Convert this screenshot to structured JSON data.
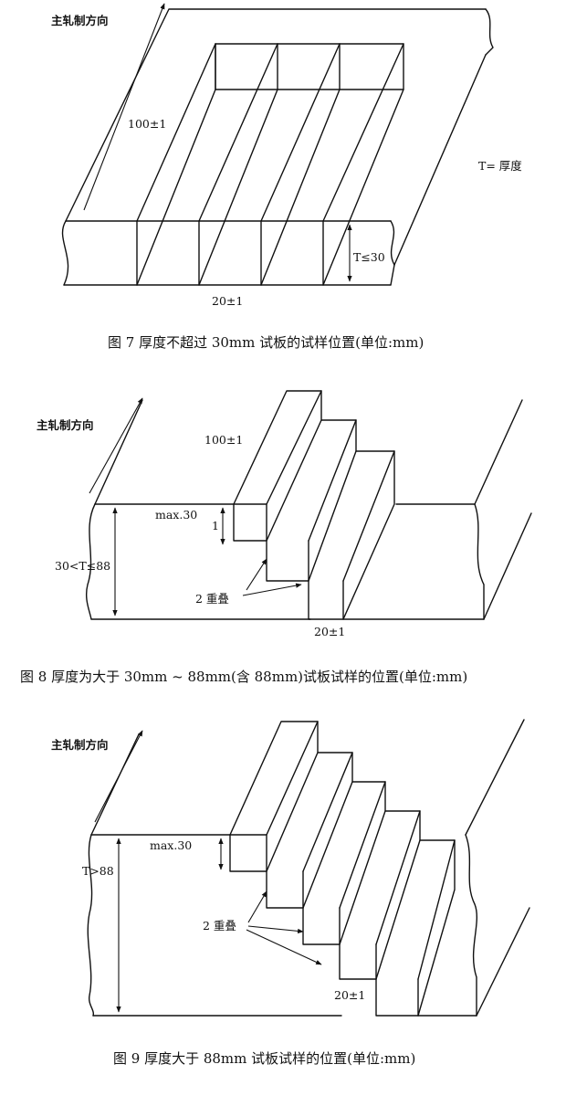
{
  "figure7": {
    "rolling_direction": "主轧制方向",
    "length_label": "100±1",
    "thickness_def": "T= 厚度",
    "thickness_label": "T≤30",
    "width_label": "20±1",
    "caption": "图 7   厚度不超过 30mm 试板的试样位置(单位:mm)"
  },
  "figure8": {
    "rolling_direction": "主轧制方向",
    "length_label": "100±1",
    "max_label": "max.30",
    "step_label": "1",
    "thickness_label": "30<T≤88",
    "overlap_label": "2 重叠",
    "width_label": "20±1",
    "caption": "图 8   厚度为大于 30mm ~ 88mm(含 88mm)试板试样的位置(单位:mm)"
  },
  "figure9": {
    "rolling_direction": "主轧制方向",
    "max_label": "max.30",
    "thickness_label": "T>88",
    "overlap_label": "2 重叠",
    "width_label": "20±1",
    "caption": "图 9   厚度大于 88mm 试板试样的位置(单位:mm)"
  }
}
